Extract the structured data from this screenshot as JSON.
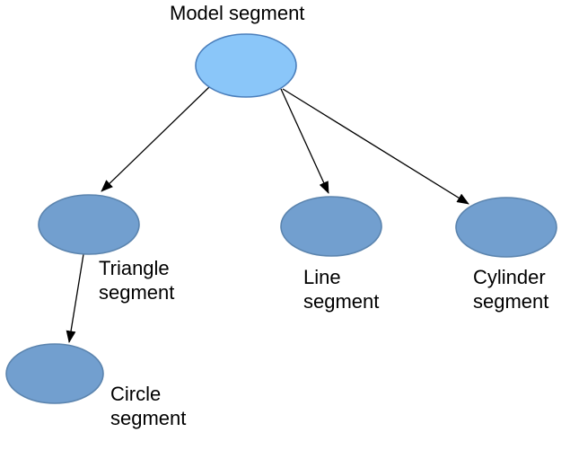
{
  "colors": {
    "background": "#ffffff",
    "root-fill": "#8ac6f9",
    "root-stroke": "#4a7ebb",
    "child-fill": "#729fcf",
    "child-stroke": "#5b84ae",
    "edge": "#000000",
    "label": "#000000"
  },
  "diagram": {
    "type": "tree",
    "nodes": [
      {
        "id": "model",
        "label": "Model segment",
        "level": "root"
      },
      {
        "id": "triangle",
        "label": "Triangle segment",
        "level": "child"
      },
      {
        "id": "line",
        "label": "Line segment",
        "level": "child"
      },
      {
        "id": "cylinder",
        "label": "Cylinder segment",
        "level": "child"
      },
      {
        "id": "circle",
        "label": "Circle segment",
        "level": "grandchild"
      }
    ],
    "edges": [
      {
        "from": "model",
        "to": "triangle"
      },
      {
        "from": "model",
        "to": "line"
      },
      {
        "from": "model",
        "to": "cylinder"
      },
      {
        "from": "triangle",
        "to": "circle"
      }
    ]
  }
}
